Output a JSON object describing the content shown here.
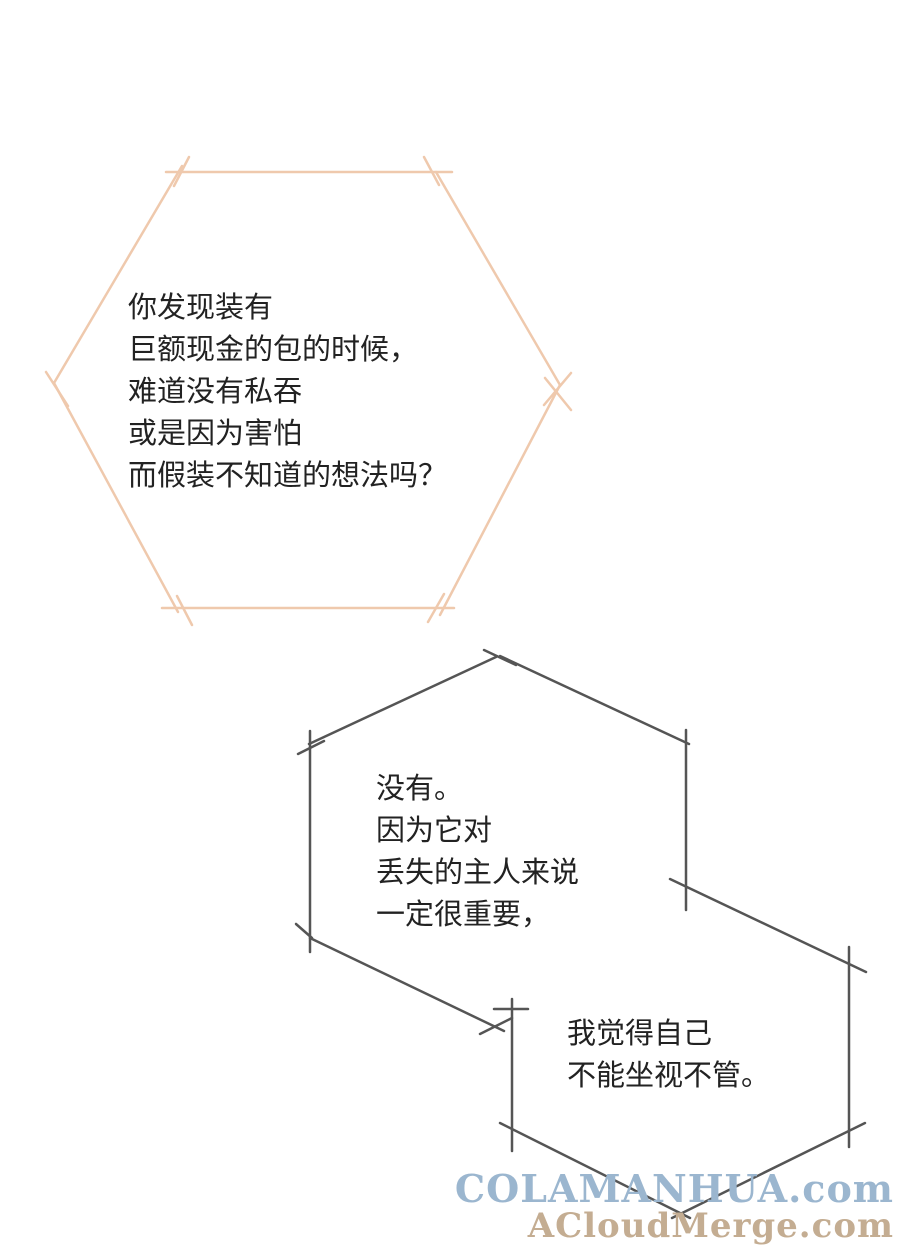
{
  "panel": {
    "bubbles": [
      {
        "lines": "你发现装有\n巨额现金的包的时候，\n难道没有私吞\n或是因为害怕\n而假装不知道的想法吗？",
        "frame_color": "#efc9ad"
      },
      {
        "lines": "没有。\n因为它对\n丢失的主人来说\n一定很重要，",
        "frame_color": "#555555"
      },
      {
        "lines": "我觉得自己\n不能坐视不管。",
        "frame_color": "#555555"
      }
    ]
  },
  "watermark": {
    "line1": "COLAMANHUA.com",
    "line2": "ACloudMerge.com"
  }
}
